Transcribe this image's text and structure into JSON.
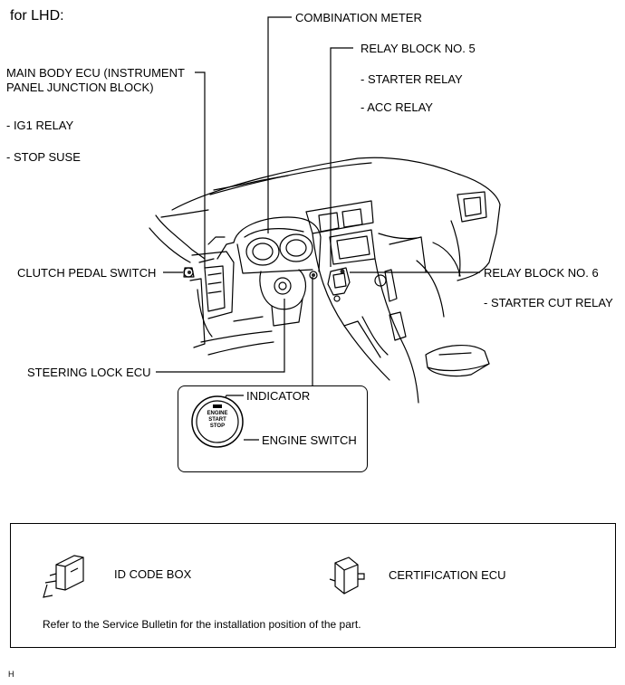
{
  "title": "for LHD:",
  "labels": {
    "combination_meter": "COMBINATION METER",
    "relay_block_5": "RELAY BLOCK NO. 5",
    "starter_relay": "- STARTER RELAY",
    "acc_relay": "- ACC RELAY",
    "main_body_ecu_line1": "MAIN BODY ECU (INSTRUMENT",
    "main_body_ecu_line2": "PANEL JUNCTION BLOCK)",
    "ig1_relay": "- IG1 RELAY",
    "stop_suse": "- STOP SUSE",
    "clutch_pedal_switch": "CLUTCH PEDAL SWITCH",
    "relay_block_6": "RELAY BLOCK NO. 6",
    "starter_cut_relay": "- STARTER CUT RELAY",
    "steering_lock_ecu": "STEERING LOCK ECU",
    "indicator": "INDICATOR",
    "engine_switch": "ENGINE SWITCH"
  },
  "button_text": {
    "line1": "ENGINE",
    "line2": "START",
    "line3": "STOP"
  },
  "note_box": {
    "id_code_box": "ID CODE BOX",
    "certification_ecu": "CERTIFICATION ECU",
    "note": "Refer to the Service Bulletin for the installation position of the part."
  },
  "footer_code": "H"
}
